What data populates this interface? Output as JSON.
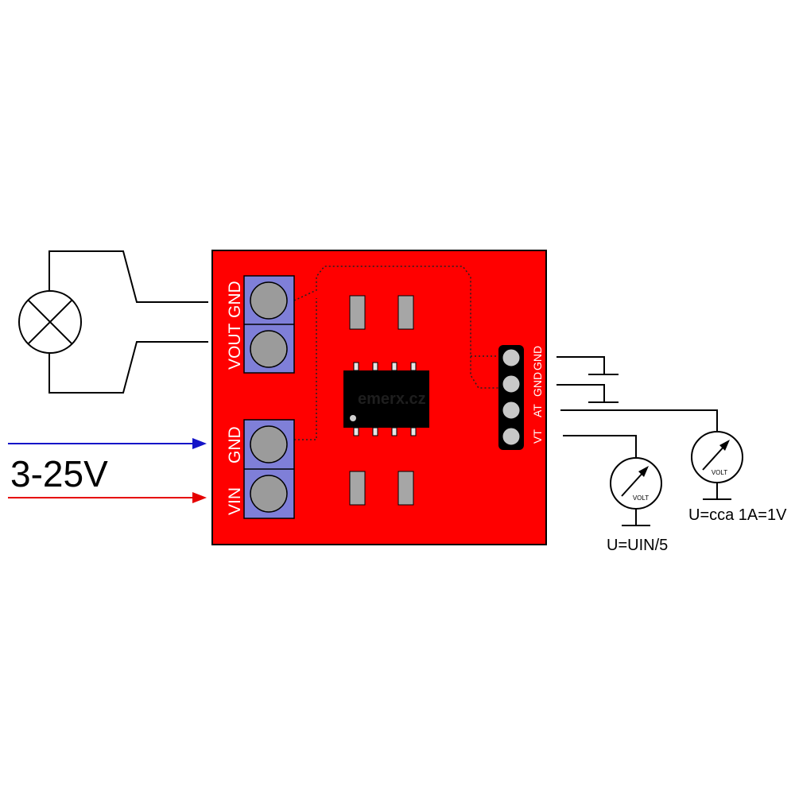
{
  "board": {
    "color": "#ff0000",
    "labels": {
      "vout": "VOUT",
      "gnd_top": "GND",
      "gnd_bottom": "GND",
      "vin": "VIN",
      "header_gnd1": "GND",
      "header_gnd2": "GND",
      "header_at": "AT",
      "header_vt": "VT"
    },
    "chip_watermark": "emerx.cz"
  },
  "input": {
    "voltage_label": "3-25V",
    "gnd_wire_color": "#1414c8",
    "vin_wire_color": "#e60000"
  },
  "meters": {
    "voltage_meter": {
      "face_text": "VOLT",
      "caption": "U=UIN/5"
    },
    "current_meter": {
      "face_text": "VOLT",
      "caption": "U=cca 1A=1V"
    }
  },
  "colors": {
    "terminal_block": "#7f7fd8",
    "terminal_screw": "#9b9b9b",
    "smd_pad": "#a6a6a6",
    "header": "#000000",
    "header_pin": "#c8c8c8"
  }
}
